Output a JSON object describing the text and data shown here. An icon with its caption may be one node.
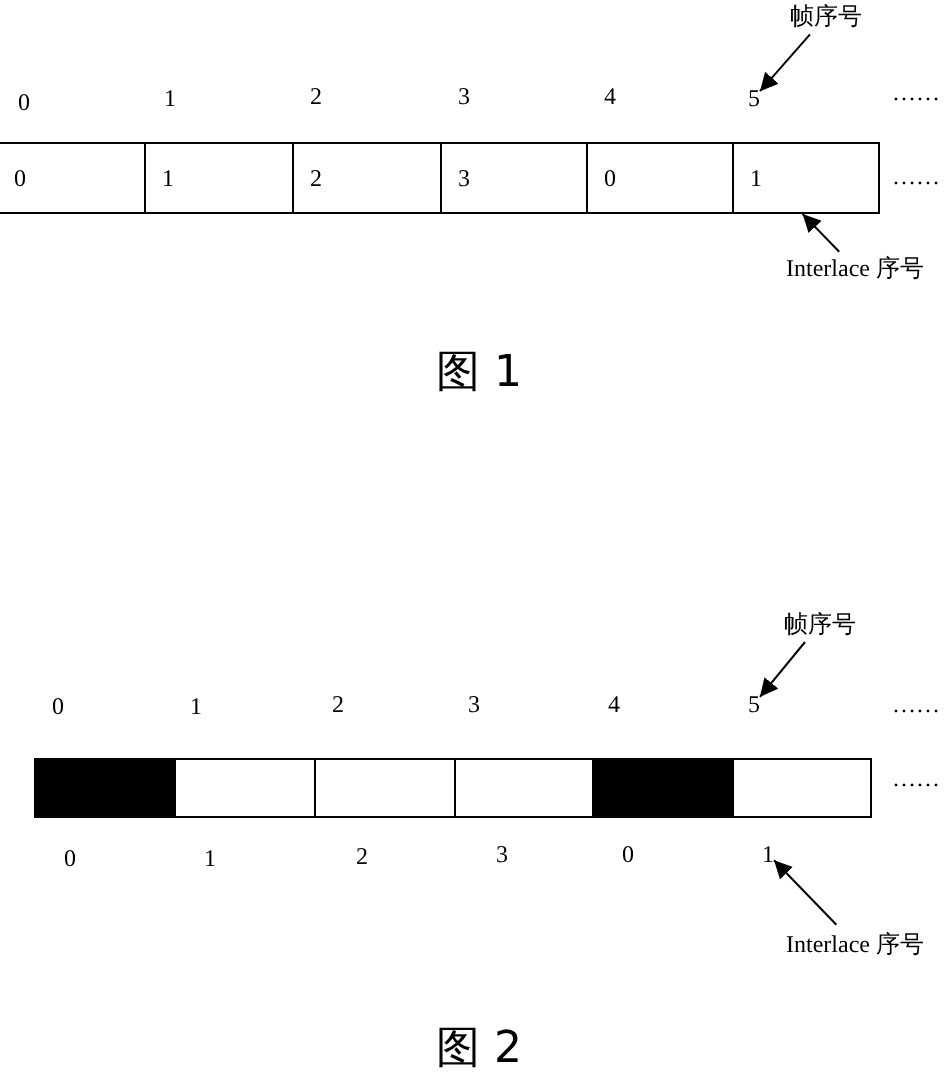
{
  "diagram": {
    "nodes": [
      {
        "text": [
          "0"
        ]
      },
      {
        "text": [
          "1"
        ]
      },
      {
        "text": [
          "2"
        ]
      },
      {
        "text": [
          "3"
        ]
      },
      {
        "text": [
          "0"
        ]
      },
      {
        "text": [
          "1"
        ]
      },
      {
        "text": [
          "5"
        ]
      },
      {
        "text": [
          "帧序号"
        ]
      },
      {
        "text": [
          "Interlace 序号"
        ]
      },
      {
        "text": [],
        "shape": "box"
      },
      {
        "text": [],
        "shape": "box"
      },
      {
        "text": [],
        "shape": "box"
      },
      {
        "text": [],
        "shape": "box"
      },
      {
        "text": [],
        "shape": "box"
      },
      {
        "text": [],
        "shape": "box"
      },
      {
        "text": [
          "5"
        ]
      },
      {
        "text": [
          "帧序号"
        ]
      },
      {
        "text": [
          "1"
        ]
      },
      {
        "text": [
          "Interlace 序号"
        ]
      }
    ],
    "edges": [
      {
        "from": 7,
        "to": 6,
        "arrow": "to"
      },
      {
        "from": 8,
        "to": 5,
        "arrow": "to"
      },
      {
        "from": 16,
        "to": 15,
        "arrow": "to"
      },
      {
        "from": 18,
        "to": 17,
        "arrow": "to"
      }
    ],
    "labels": [
      "0",
      "1",
      "2",
      "3",
      "4",
      "……",
      "……",
      "图 1",
      "0",
      "1",
      "2",
      "3",
      "4",
      "……",
      "……",
      "0",
      "1",
      "2",
      "3",
      "0",
      "图 2"
    ]
  }
}
